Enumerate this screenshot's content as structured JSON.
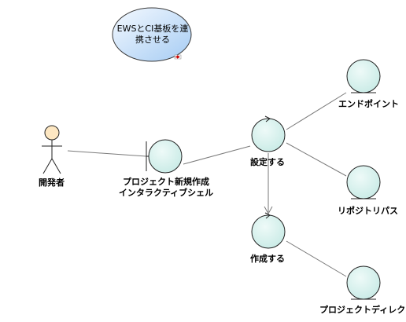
{
  "use_case": {
    "line1": "EWSとCI基板を連",
    "line2": "携させる"
  },
  "actor": {
    "label": "開発者"
  },
  "boundary": {
    "line1": "プロジェクト新規作成",
    "line2": "インタラクティブシェル"
  },
  "controls": {
    "set": "設定する",
    "create": "作成する"
  },
  "entities": {
    "endpoint": "エンドポイント",
    "repo_path": "リポジトリパス",
    "project_dir": "プロジェクトディレクトリ"
  },
  "colors": {
    "use_case_fill_light": "#eaf4ff",
    "use_case_fill_dark": "#a9cff5",
    "robustness_fill": "#d9f2ef",
    "actor_head": "#fde7c2",
    "arrow_red": "#cc0000"
  }
}
